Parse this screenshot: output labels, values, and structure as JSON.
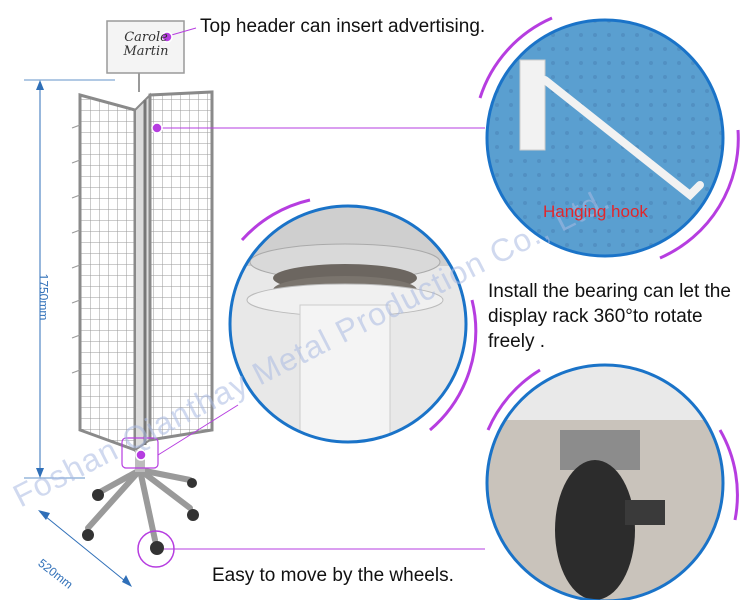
{
  "captions": {
    "header": "Top header can insert advertising.",
    "bearing": "Install the bearing can let the display rack 360°to rotate freely .",
    "wheels": "Easy to move by the wheels.",
    "hook": "Hanging hook"
  },
  "dimensions": {
    "height": "1750mm",
    "width": "520mm"
  },
  "sign": {
    "line1": "Carole",
    "line2": "Martin"
  },
  "watermark": "Foshan Qianthay Metal Production Co., Ltd.",
  "colors": {
    "accent": "#b63de0",
    "dimension": "#2f6fb8",
    "hook_label": "#e1262b",
    "circle_ring": "#1a73c8"
  }
}
